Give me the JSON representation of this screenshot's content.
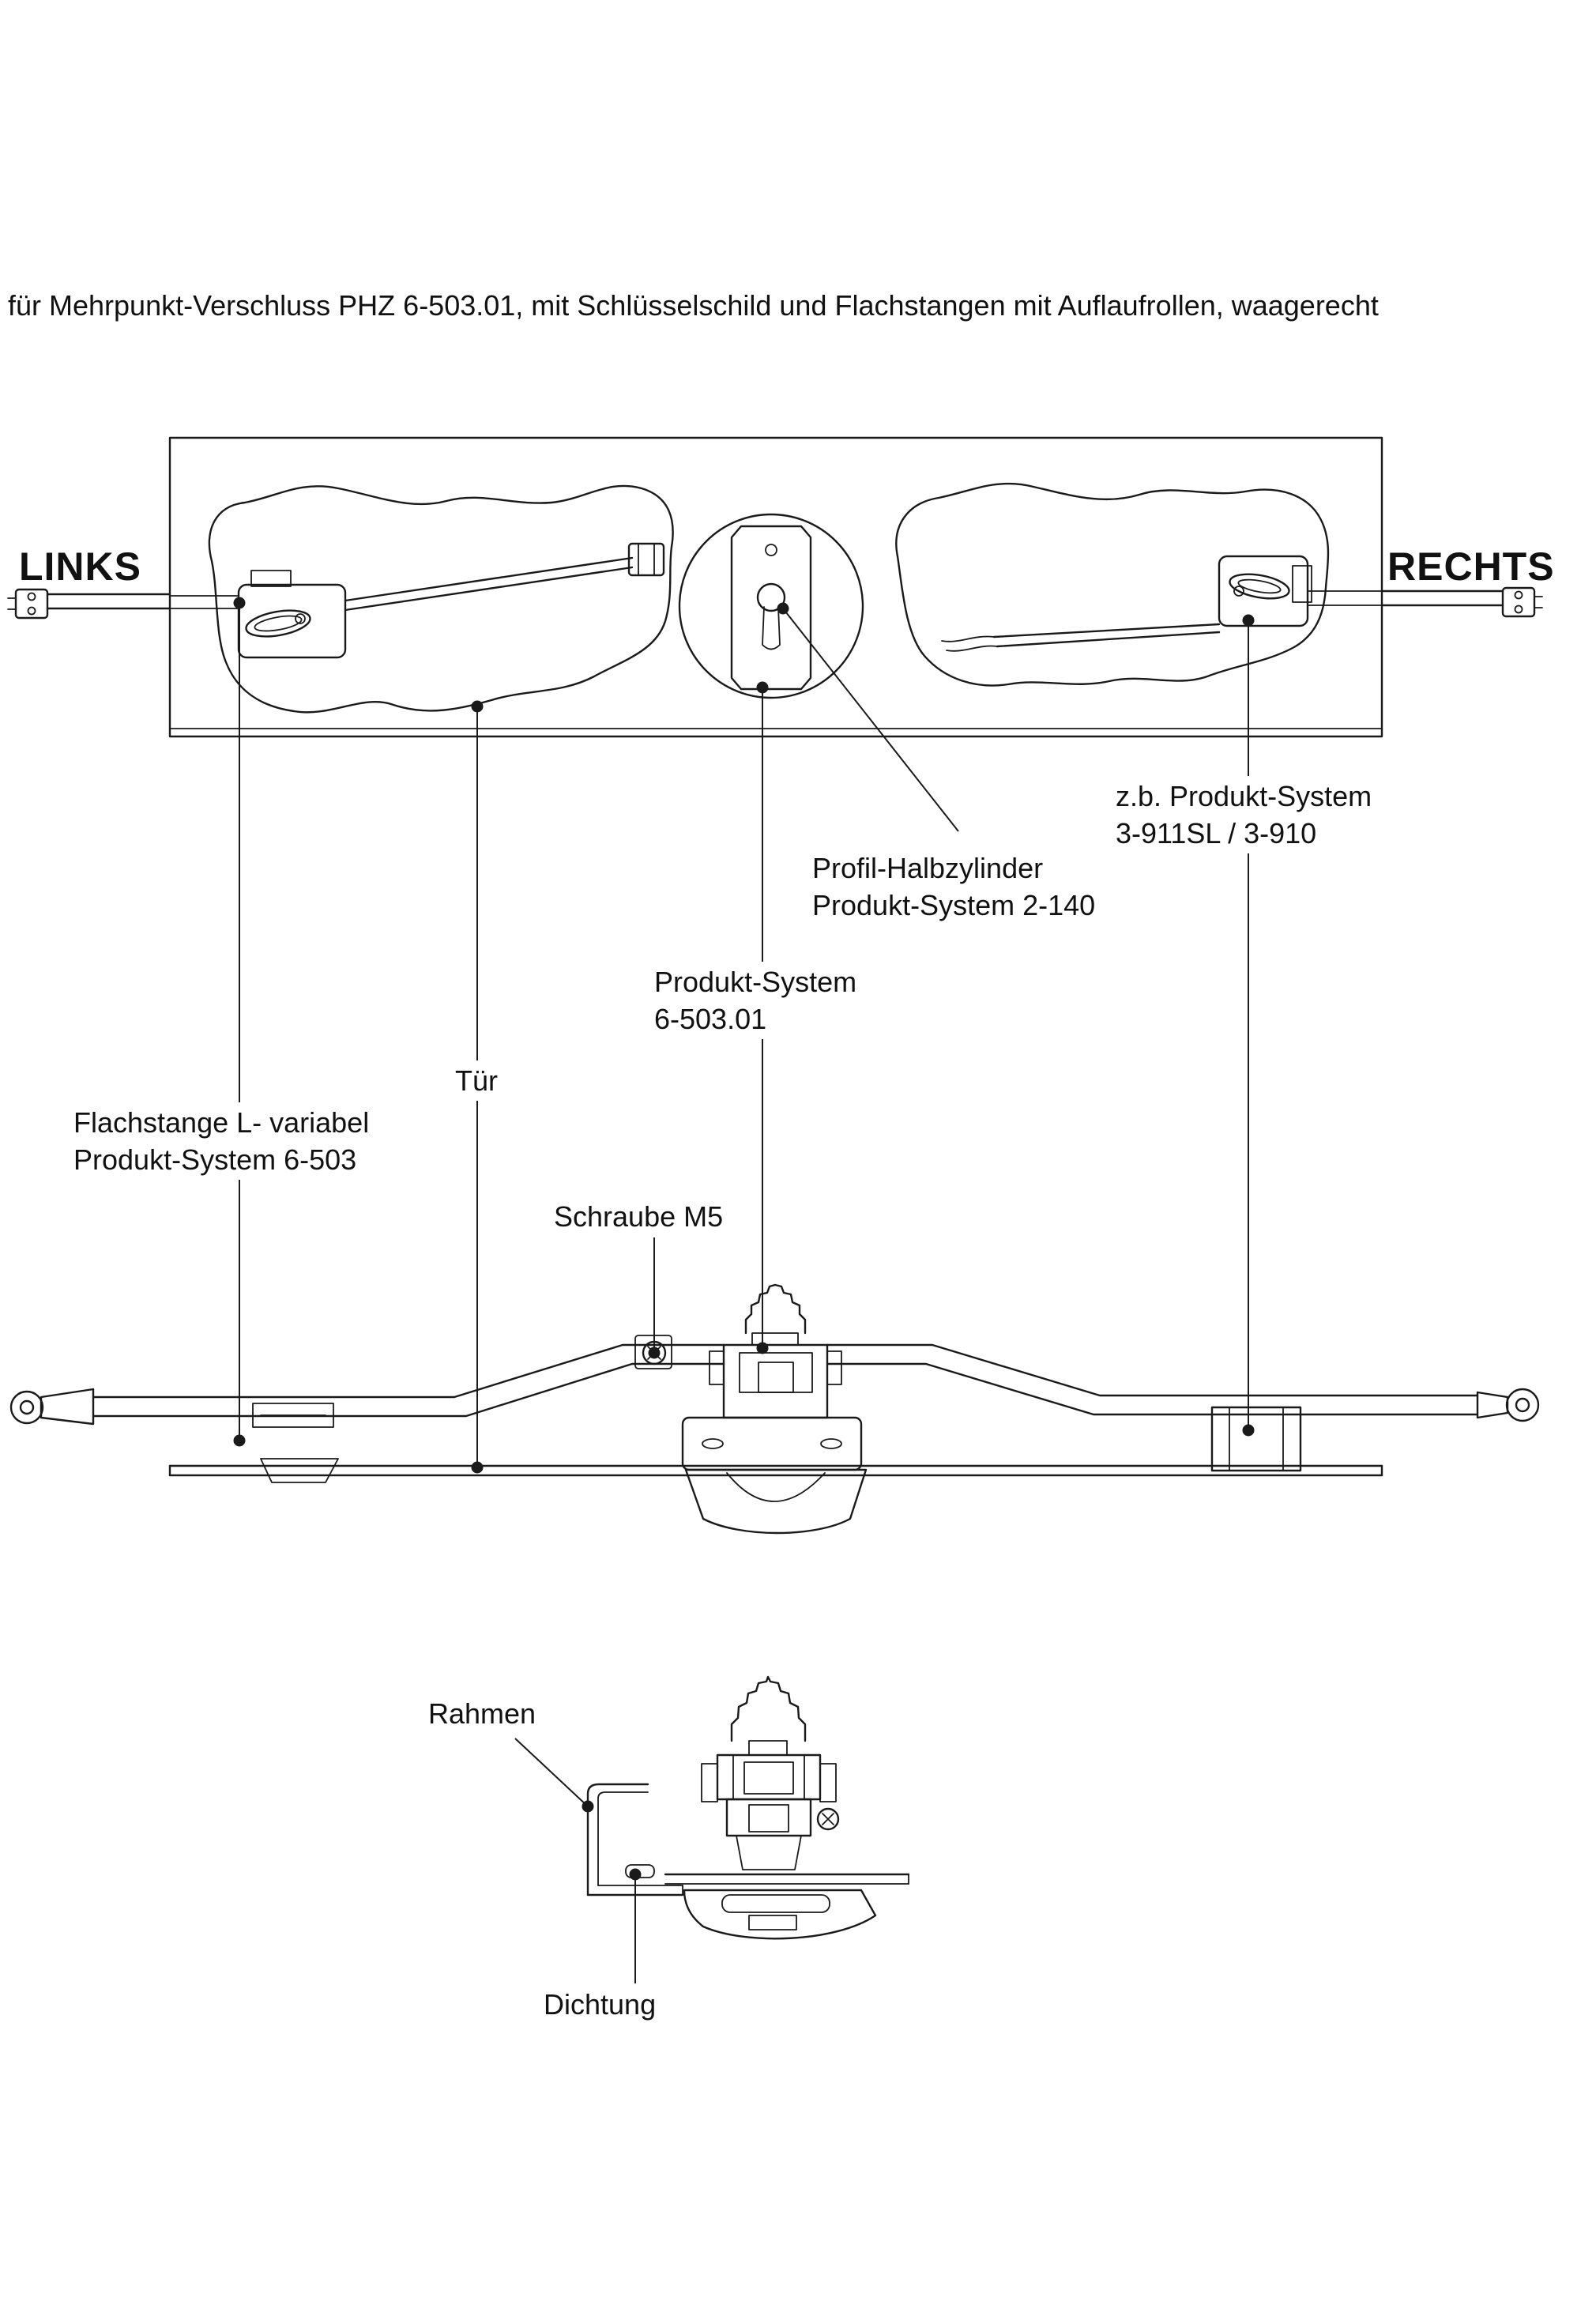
{
  "title": "für Mehrpunkt-Verschluss PHZ 6-503.01, mit Schlüsselschild und Flachstangen mit Auflaufrollen, waagerecht",
  "orientation": {
    "left": "LINKS",
    "right": "RECHTS"
  },
  "callouts": {
    "alt_system": {
      "line1": "z.b. Produkt-System",
      "line2": "3-911SL / 3-910"
    },
    "halbzylinder": {
      "line1": "Profil-Halbzylinder",
      "line2": "Produkt-System 2-140"
    },
    "lock_system": {
      "line1": "Produkt-System",
      "line2": "6-503.01"
    },
    "tuer": {
      "line1": "Tür"
    },
    "flachstange": {
      "line1": "Flachstange L- variabel",
      "line2": "Produkt-System 6-503"
    },
    "schraube": {
      "line1": "Schraube M5"
    },
    "rahmen": {
      "line1": "Rahmen"
    },
    "dichtung": {
      "line1": "Dichtung"
    }
  },
  "colors": {
    "ink": "#1a1a1a",
    "background": "#ffffff"
  }
}
